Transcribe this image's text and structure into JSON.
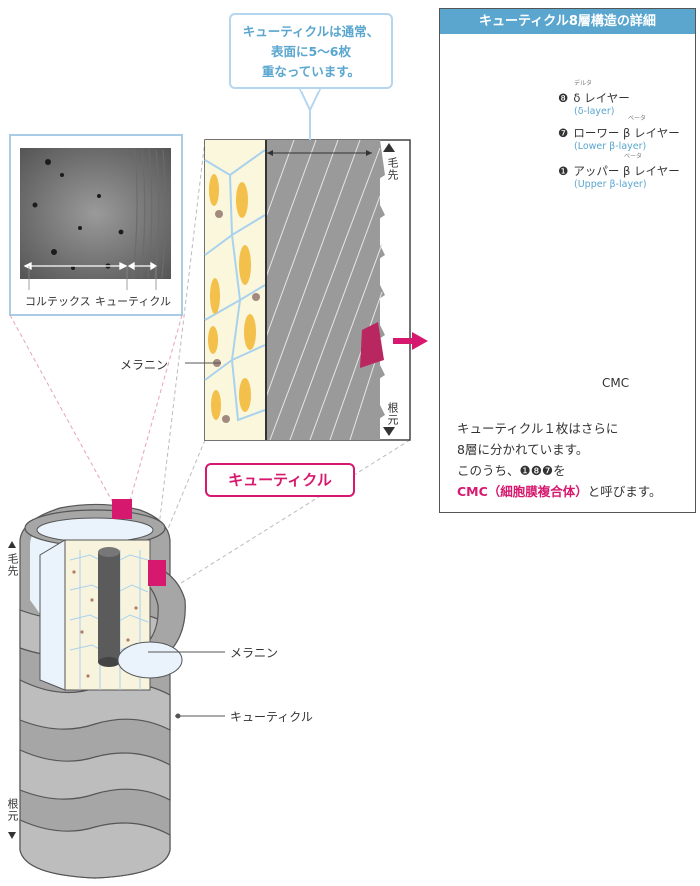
{
  "callout": {
    "lines": [
      "キューティクルは通常、",
      "表面に5〜6枚",
      "重なっています。"
    ]
  },
  "micrograph": {
    "label_left": "コルテックス",
    "label_right": "キューティクル"
  },
  "zoom": {
    "label_melanin": "メラニン",
    "tip_label": "毛先",
    "root_label": "根元",
    "cuticle_title": "キューティクル"
  },
  "hair": {
    "tip_label": "毛先",
    "root_label": "根元",
    "label_melanin": "メラニン",
    "label_cuticle": "キューティクル"
  },
  "panel": {
    "title": "キューティクル8層構造の詳細",
    "layers": [
      {
        "num": "❽",
        "name": "δ レイヤー",
        "ruby": "デルタ",
        "sub": "(δ-layer)"
      },
      {
        "num": "❼",
        "name": "ローワー β レイヤー",
        "ruby": "ベータ",
        "sub": "(Lower β-layer)"
      },
      {
        "num": "❶",
        "name": "アッパー β レイヤー",
        "ruby": "ベータ",
        "sub": "(Upper β-layer)"
      }
    ],
    "cmc_label": "CMC",
    "desc_line1": "キューティクル１枚はさらに",
    "desc_line2": "8層に分かれています。",
    "desc_line3": "このうち、❶❽❼を",
    "desc_cmc": "CMC（細胞膜複合体）",
    "desc_tail": "と呼びます。"
  },
  "colors": {
    "accent_blue": "#5aa6cf",
    "accent_pink": "#d6196e",
    "melanin_yellow": "#f2c04b",
    "cuticle_gray": "#9a9a9a"
  }
}
